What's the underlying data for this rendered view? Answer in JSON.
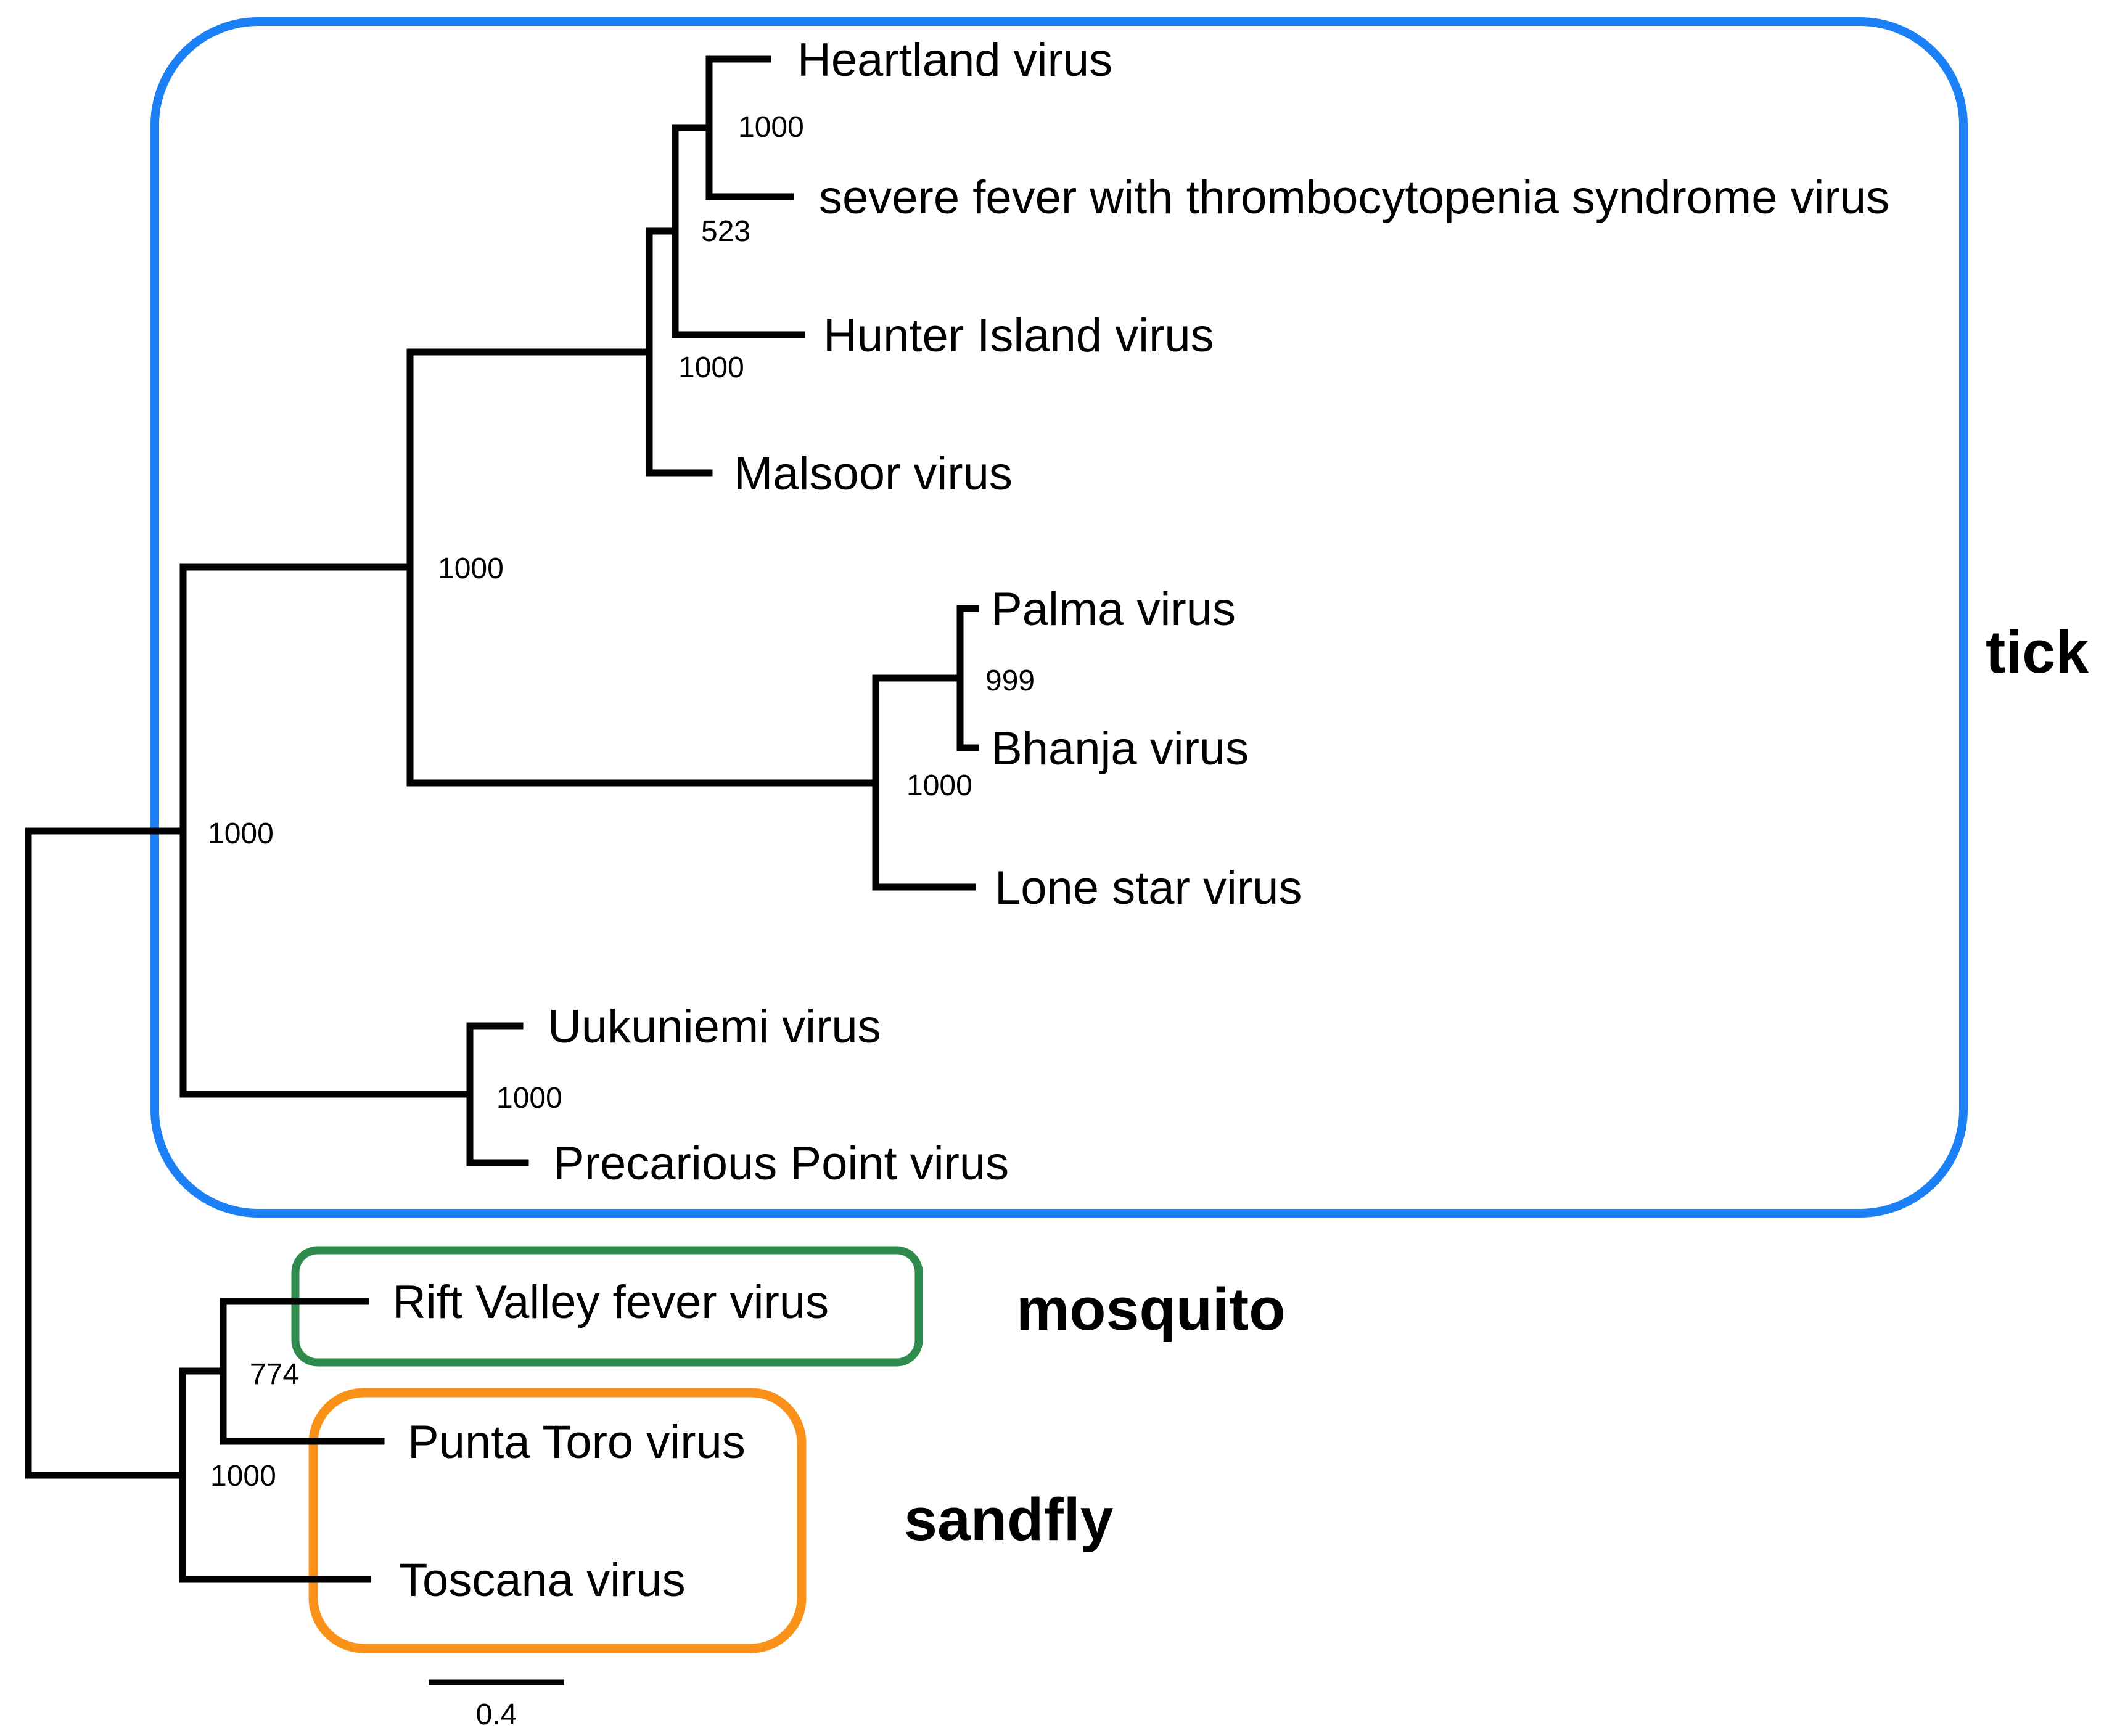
{
  "figure": {
    "type": "phylogenetic-tree",
    "description": "Phylogenetic tree of phleboviruses grouped by arthropod vector (tick, mosquito, sandfly)",
    "newick": "((((((Heartland virus,severe fever with thrombocytopenia syndrome virus)1000,Hunter Island virus)523,Malsoor virus)1000,((Palma virus,Bhanja virus)999,Lone star virus)1000)1000,(Uukuniemi virus,Precarious Point virus)1000)1000,((Rift Valley fever virus,Punta Toro virus)774,Toscana virus)1000);"
  },
  "tree": {
    "taxa": [
      {
        "label": "Heartland virus",
        "vector": "tick"
      },
      {
        "label": "severe fever with thrombocytopenia syndrome virus",
        "vector": "tick"
      },
      {
        "label": "Hunter Island virus",
        "vector": "tick"
      },
      {
        "label": "Malsoor virus",
        "vector": "tick"
      },
      {
        "label": "Palma virus",
        "vector": "tick"
      },
      {
        "label": "Bhanja virus",
        "vector": "tick"
      },
      {
        "label": "Lone star virus",
        "vector": "tick"
      },
      {
        "label": "Uukuniemi virus",
        "vector": "tick"
      },
      {
        "label": "Precarious Point virus",
        "vector": "tick"
      },
      {
        "label": "Rift Valley fever virus",
        "vector": "mosquito"
      },
      {
        "label": "Punta Toro virus",
        "vector": "sandfly"
      },
      {
        "label": "Toscana virus",
        "vector": "sandfly"
      }
    ],
    "supports": [
      {
        "clade": "Heartland + severe fever with thrombocytopenia syndrome",
        "value": "1000"
      },
      {
        "clade": "(Heartland,SFTS) + Hunter Island",
        "value": "523"
      },
      {
        "clade": "(Heartland,SFTS,Hunter Island) + Malsoor",
        "value": "1000"
      },
      {
        "clade": "upper tick clade + Palma group",
        "value": "1000"
      },
      {
        "clade": "Palma + Bhanja",
        "value": "999"
      },
      {
        "clade": "(Palma,Bhanja) + Lone star",
        "value": "1000"
      },
      {
        "clade": "tick clade",
        "value": "1000"
      },
      {
        "clade": "Uukuniemi + Precarious Point",
        "value": "1000"
      },
      {
        "clade": "Rift Valley fever + Punta Toro",
        "value": "774"
      },
      {
        "clade": "(Rift Valley,Punta Toro) + Toscana",
        "value": "1000"
      }
    ]
  },
  "groups": [
    {
      "id": "tick",
      "label": "tick",
      "color": "#1B80F5"
    },
    {
      "id": "mosquito",
      "label": "mosquito",
      "color": "#2E8B4C"
    },
    {
      "id": "sandfly",
      "label": "sandfly",
      "color": "#FA9119"
    }
  ],
  "scale_bar": {
    "label": "0.4"
  }
}
